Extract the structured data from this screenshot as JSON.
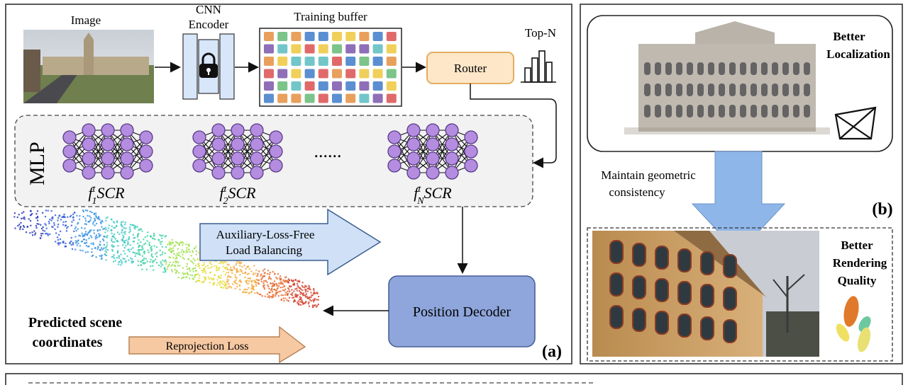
{
  "panel_a": {
    "image_label": "Image",
    "cnn_label_1": "CNN",
    "cnn_label_2": "Encoder",
    "buffer_label": "Training buffer",
    "router_label": "Router",
    "topn_label": "Top-N",
    "mlp_label": "MLP",
    "dots": "......",
    "expert_1": {
      "f": "f",
      "sup": "t",
      "sub": "1",
      "rest": "SCR"
    },
    "expert_2": {
      "f": "f",
      "sup": "t",
      "sub": "2",
      "rest": "SCR"
    },
    "expert_n": {
      "f": "f",
      "sup": "t",
      "sub": "N",
      "rest": "SCR"
    },
    "aux_line1": "Auxiliary-Loss-Free",
    "aux_line2": "Load Balancing",
    "decoder_label": "Position Decoder",
    "predicted_line1": "Predicted scene",
    "predicted_line2": "coordinates",
    "reproj_label": "Reprojection Loss",
    "panel_tag": "(a)"
  },
  "panel_b": {
    "better_loc_1": "Better",
    "better_loc_2": "Localization",
    "maintain_1": "Maintain geometric",
    "maintain_2": "consistency",
    "better_rend_1": "Better",
    "better_rend_2": "Rendering",
    "better_rend_3": "Quality",
    "panel_tag": "(b)"
  },
  "colors": {
    "buffer_cells": [
      "#8e6fb8",
      "#5b8fd1",
      "#e06a6a",
      "#7cc48a",
      "#f0d05a",
      "#72c6c9",
      "#e8a05c"
    ],
    "mlp_node": "#b48ce0",
    "router_fill": "#fde7c8",
    "decoder_fill": "#8fa6dc",
    "aux_arrow": "#cfe0f7",
    "reproj_arrow": "#f7c9a3",
    "big_arrow": "#8fb6e8"
  }
}
